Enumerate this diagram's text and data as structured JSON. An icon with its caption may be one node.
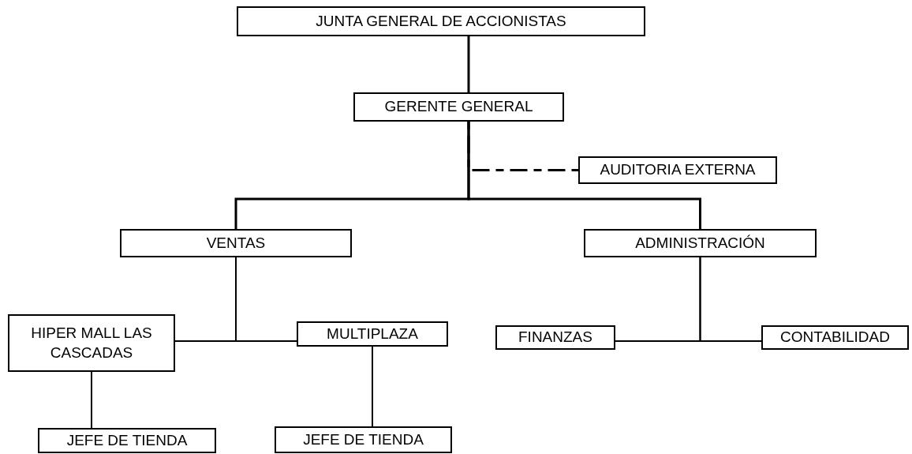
{
  "diagram": {
    "nodes": [
      {
        "text": [
          "JUNTA GENERAL DE ACCIONISTAS"
        ]
      },
      {
        "text": [
          "GERENTE GENERAL"
        ]
      },
      {
        "text": [
          "AUDITORIA EXTERNA"
        ]
      },
      {
        "text": [
          "VENTAS"
        ]
      },
      {
        "text": [
          "ADMINISTRACIÓN"
        ]
      },
      {
        "text": [
          "HIPER MALL LAS CASCADAS"
        ]
      },
      {
        "text": [
          "MULTIPLAZA"
        ]
      },
      {
        "text": [
          "FINANZAS"
        ]
      },
      {
        "text": [
          "CONTABILIDAD"
        ]
      },
      {
        "text": [
          "JEFE DE TIENDA"
        ]
      },
      {
        "text": [
          "JEFE DE TIENDA"
        ]
      }
    ],
    "edges": [
      {
        "from": 0,
        "to": 1,
        "arrow": "none"
      },
      {
        "from": 1,
        "to": 2,
        "arrow": "none",
        "style": "dashed"
      },
      {
        "from": 1,
        "to": 3,
        "arrow": "none"
      },
      {
        "from": 1,
        "to": 4,
        "arrow": "none"
      },
      {
        "from": 3,
        "to": 5,
        "arrow": "none"
      },
      {
        "from": 3,
        "to": 6,
        "arrow": "none"
      },
      {
        "from": 4,
        "to": 7,
        "arrow": "none"
      },
      {
        "from": 4,
        "to": 8,
        "arrow": "none"
      },
      {
        "from": 5,
        "to": 9,
        "arrow": "none"
      },
      {
        "from": 6,
        "to": 10,
        "arrow": "none"
      }
    ]
  }
}
